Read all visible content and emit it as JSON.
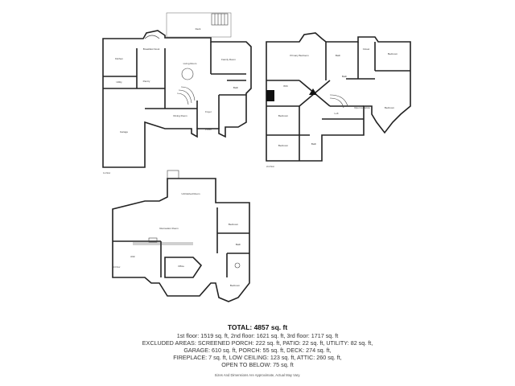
{
  "floors": [
    {
      "label": "1st floor",
      "rooms": [
        "Deck",
        "Breakfast Nook",
        "Kitchen",
        "Utility",
        "Pantry",
        "Living Room",
        "Bath",
        "Dining Room",
        "Family Room",
        "Foyer",
        "Porch",
        "Garage"
      ]
    },
    {
      "label": "2nd floor",
      "rooms": [
        "Primary Bedroom",
        "Bath",
        "Closet",
        "WIC",
        "Bedroom",
        "Bath",
        "Bedroom",
        "Bedroom",
        "Open to Below",
        "Bedroom",
        "Loft",
        "Bath"
      ]
    },
    {
      "label": "3rd floor",
      "rooms": [
        "Unfinished Room",
        "Recreation Room",
        "Bedroom",
        "Bath",
        "Office",
        "Bedroom",
        "Attic"
      ]
    }
  ],
  "summary": {
    "total": "TOTAL: 4857 sq. ft",
    "line1": "1st floor: 1519 sq. ft, 2nd floor: 1621 sq. ft, 3rd floor: 1717 sq. ft",
    "line2": "EXCLUDED AREAS: SCREENED PORCH: 222 sq. ft, PATIO: 22 sq. ft, UTILITY: 82 sq. ft,",
    "line3": "GARAGE: 610 sq. ft, PORCH: 55 sq. ft, DECK: 274 sq. ft,",
    "line4": "FIREPLACE: 7 sq. ft, LOW CEILING: 123 sq. ft, ATTIC: 260 sq. ft,",
    "line5": "OPEN TO BELOW: 75 sq. ft",
    "disclaimer": "Sizes And Dimensions Are Approximate, Actual May Vary."
  },
  "colors": {
    "walls": "#222222",
    "background": "#ffffff",
    "text": "#333333"
  }
}
